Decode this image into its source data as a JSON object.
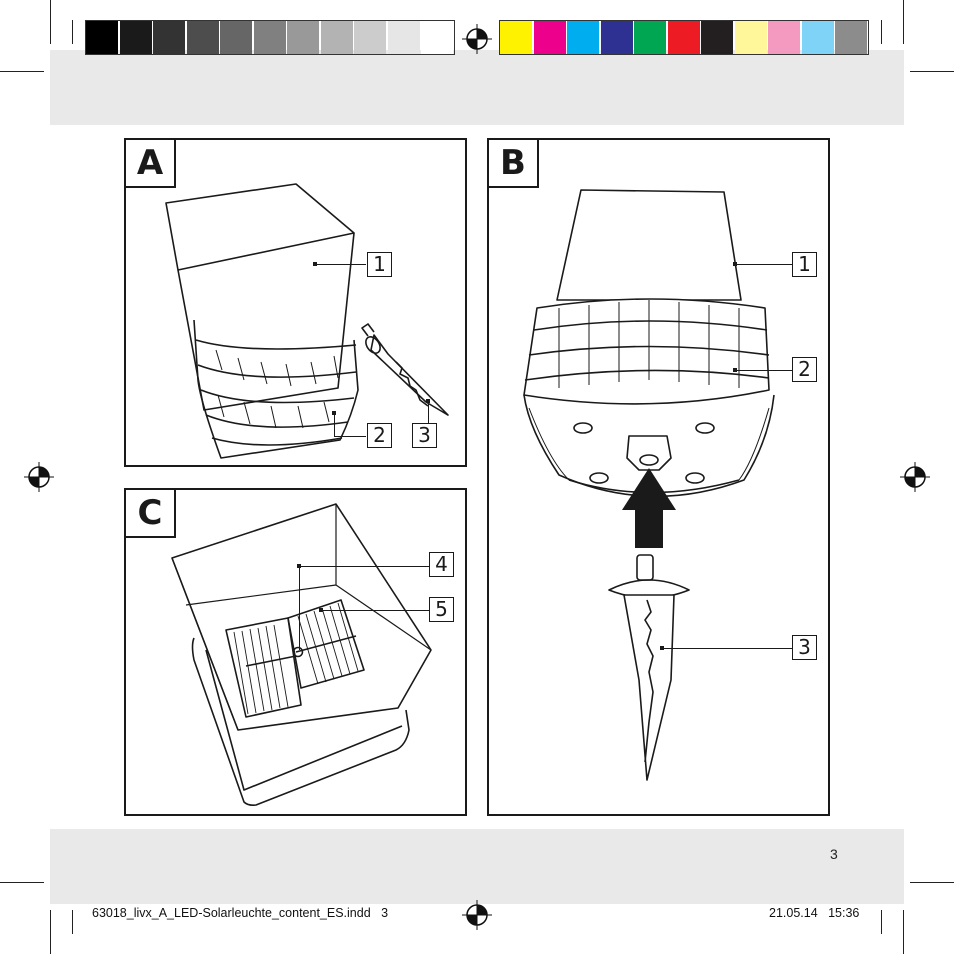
{
  "color_bar": {
    "grays": [
      "#000000",
      "#1a1a1a",
      "#333333",
      "#4d4d4d",
      "#666666",
      "#808080",
      "#999999",
      "#b3b3b3",
      "#cccccc",
      "#e6e6e6",
      "#ffffff"
    ],
    "colors": [
      "#fff200",
      "#ec008c",
      "#00aeef",
      "#2e3192",
      "#00a651",
      "#ed1c24",
      "#231f20",
      "#fff799",
      "#f49ac1",
      "#7fd3f7",
      "#8c8c8c"
    ]
  },
  "panels": {
    "a": {
      "letter": "A",
      "callouts": [
        "1",
        "2",
        "3"
      ]
    },
    "b": {
      "letter": "B",
      "callouts": [
        "1",
        "2",
        "3"
      ]
    },
    "c": {
      "letter": "C",
      "callouts": [
        "4",
        "5"
      ]
    }
  },
  "page_number": "3",
  "slug": {
    "file": "63018_livx_A_LED-Solarleuchte_content_ES.indd   3",
    "date": "21.05.14   15:36"
  }
}
